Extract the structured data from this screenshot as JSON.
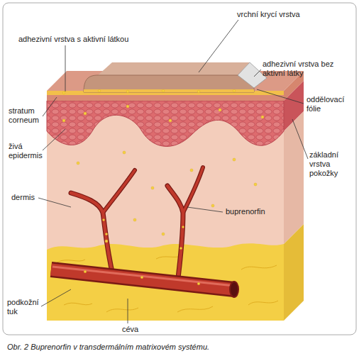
{
  "diagram": {
    "caption": "Obr. 2 Buprenorfin v transdermálním matrixovém systému.",
    "labels": [
      "vrchní krycí vrstva",
      "adhezivní vrstva s aktivní látkou",
      "adhezivní vrstva bez aktivní látky",
      "oddělovací fólie",
      "stratum corneum",
      "živá epidermis",
      "základní vrstva pokožky",
      "dermis",
      "buprenorfin",
      "podkožní tuk",
      "céva"
    ]
  }
}
